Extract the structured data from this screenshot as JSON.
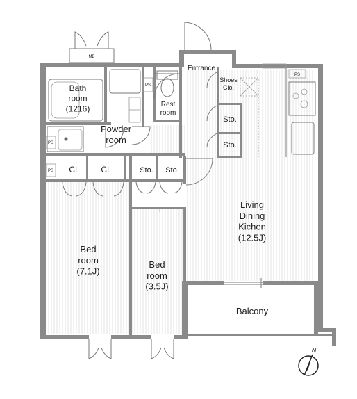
{
  "rooms": {
    "bath": "Bath\nroom\n(1216)",
    "powder": "Powder\nroom",
    "rest": "Rest\nroom",
    "entrance": "Entrance",
    "shoes": "Shoes\nClo.",
    "sto_hall_1": "Sto.",
    "sto_hall_2": "Sto.",
    "cl_1": "CL",
    "cl_2": "CL",
    "sto_corridor_1": "Sto.",
    "sto_corridor_2": "Sto.",
    "ldk": "Living\nDining\nKichen\n(12.5J)",
    "bed_large": "Bed\nroom\n(7.1J)",
    "bed_small": "Bed\nroom\n(3.5J)",
    "balcony": "Balcony"
  },
  "labels": {
    "mb": "MB",
    "ps_1": "PS",
    "ps_2": "PS",
    "ps_3": "PS",
    "ps_4": "PS",
    "north": "N"
  },
  "colors": {
    "wall": "#8a8a8a",
    "floor_hatch": "#e3e3e3",
    "text": "#222222"
  }
}
